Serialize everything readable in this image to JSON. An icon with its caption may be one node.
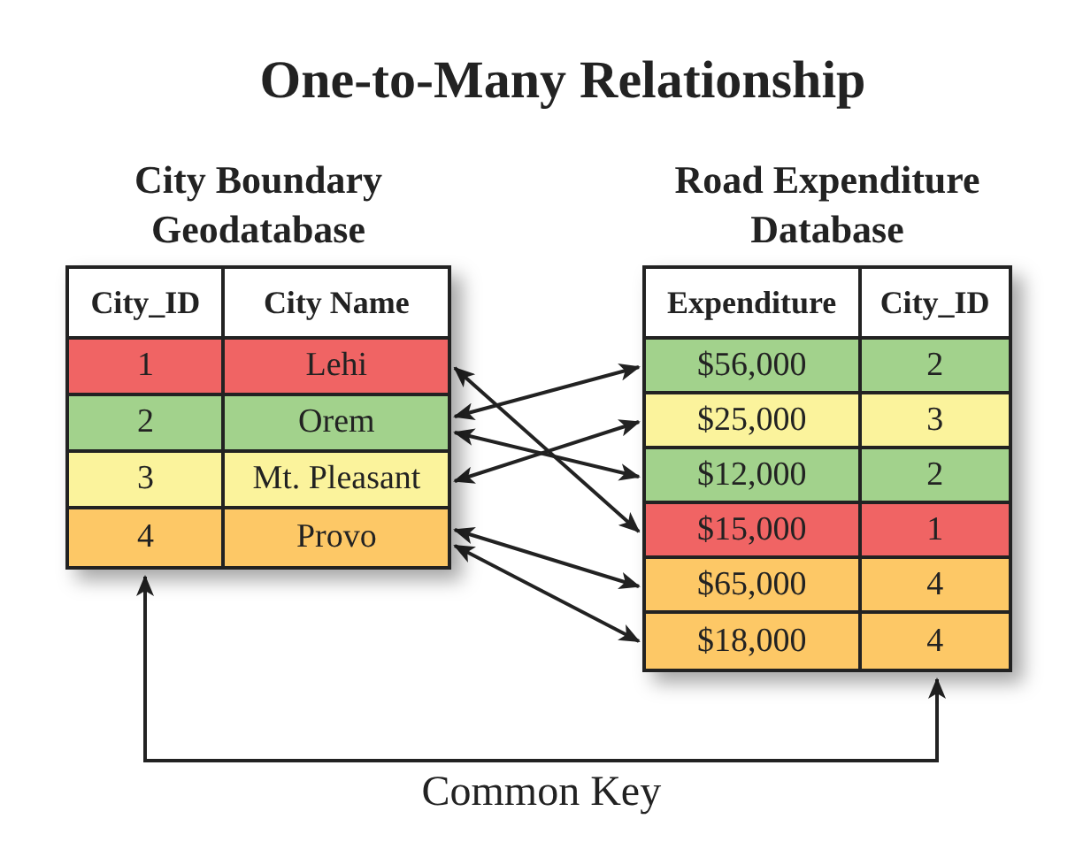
{
  "diagram": {
    "title": "One-to-Many Relationship",
    "nodes": [
      {
        "text": [
          "City Boundary Geodatabase"
        ]
      },
      {
        "text": [
          "Road Expenditure Database"
        ]
      },
      {
        "text": [
          "City_ID",
          "City Name"
        ],
        "in": 0
      },
      {
        "text": [
          "1",
          "Lehi"
        ],
        "in": 0
      },
      {
        "text": [
          "2",
          "Orem"
        ],
        "in": 0
      },
      {
        "text": [
          "3",
          "Mt. Pleasant"
        ],
        "in": 0
      },
      {
        "text": [
          "4",
          "Provo"
        ],
        "in": 0
      },
      {
        "text": [
          "Expenditure",
          "City_ID"
        ],
        "in": 1
      },
      {
        "text": [
          "$56,000",
          "2"
        ],
        "in": 1
      },
      {
        "text": [
          "$25,000",
          "3"
        ],
        "in": 1
      },
      {
        "text": [
          "$12,000",
          "2"
        ],
        "in": 1
      },
      {
        "text": [
          "$15,000",
          "1"
        ],
        "in": 1
      },
      {
        "text": [
          "$65,000",
          "4"
        ],
        "in": 1
      },
      {
        "text": [
          "$18,000",
          "4"
        ],
        "in": 1
      }
    ],
    "edges": [
      {
        "from": 3,
        "to": 11,
        "arrow": "both"
      },
      {
        "from": 4,
        "to": 8,
        "arrow": "both"
      },
      {
        "from": 4,
        "to": 10,
        "arrow": "both"
      },
      {
        "from": 5,
        "to": 9,
        "arrow": "both"
      },
      {
        "from": 6,
        "to": 12,
        "arrow": "both"
      },
      {
        "from": 6,
        "to": 13,
        "arrow": "both"
      },
      {
        "from": 0,
        "to": 1,
        "label": "Common Key",
        "arrow": "both"
      }
    ]
  }
}
